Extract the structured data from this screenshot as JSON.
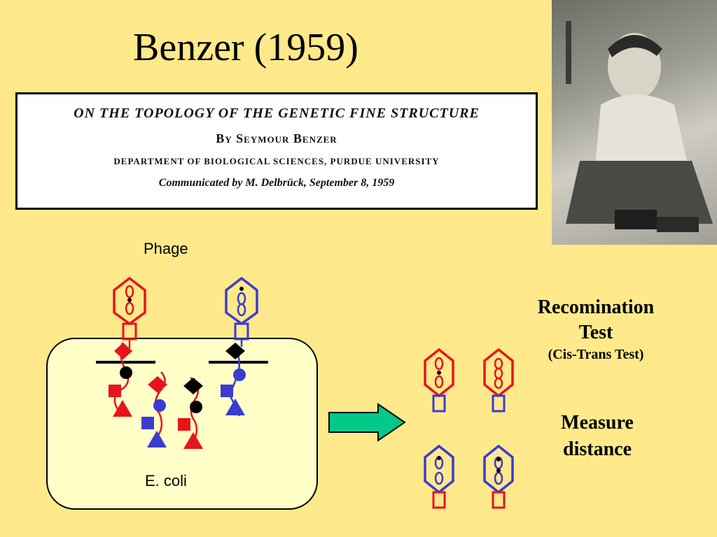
{
  "title": "Benzer (1959)",
  "paper": {
    "title": "ON THE TOPOLOGY OF THE GENETIC FINE STRUCTURE",
    "author": "By Seymour Benzer",
    "department": "DEPARTMENT OF BIOLOGICAL SCIENCES, PURDUE UNIVERSITY",
    "communicated": "Communicated by M. Delbrück, September 8, 1959"
  },
  "labels": {
    "phage": "Phage",
    "ecoli": "E. coli",
    "recomb_line1": "Recomination",
    "recomb_line2": "Test",
    "cis_trans": "(Cis-Trans Test)",
    "measure_line1": "Measure",
    "measure_line2": "distance"
  },
  "colors": {
    "background": "#ffe98a",
    "red": "#e8141c",
    "blue": "#3b3bd0",
    "arrow": "#00c98a",
    "cell": "#ffffc8"
  }
}
